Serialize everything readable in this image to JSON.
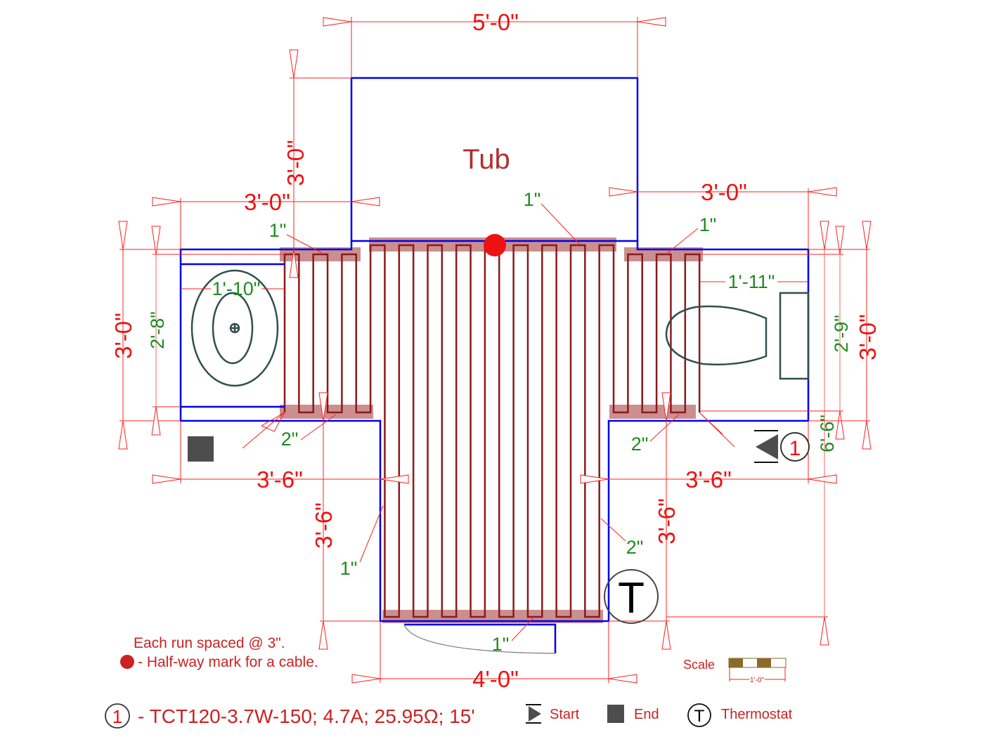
{
  "room": {
    "tub_label": "Tub"
  },
  "dimensions": {
    "top_width": "5'-0\"",
    "tub_depth": "3'-0\"",
    "left_wing_width": "3'-0\"",
    "right_wing_width": "3'-0\"",
    "left_wing_depth": "3'-0\"",
    "left_inner_depth": "2'-8\"",
    "sink_offset": "1'-10\"",
    "toilet_offset": "1'-11\"",
    "right_inner_depth": "2'-9\"",
    "right_wing_depth": "3'-0\"",
    "total_right_depth": "6'-6\"",
    "left_lower_width": "3'-6\"",
    "right_lower_width": "3'-6\"",
    "left_lower_depth": "3'-6\"",
    "right_lower_depth": "3'-6\"",
    "bottom_width": "4'-0\""
  },
  "clearances": {
    "tub_edge": "1\"",
    "left_top": "1\"",
    "right_top": "1\"",
    "left_bottom": "2\"",
    "right_bottom": "2\"",
    "left_lower_side": "1\"",
    "right_lower_side": "2\"",
    "door_edge": "1\""
  },
  "symbols": {
    "cable_number": "1",
    "thermostat": "T"
  },
  "notes": {
    "spacing": "Each run spaced @ 3\".",
    "halfway": "- Half-way mark for a cable."
  },
  "scale": {
    "label": "Scale",
    "unit": "1'-0\""
  },
  "legend": {
    "cable_number": "1",
    "cable_spec": "- TCT120-3.7W-150; 4.7A; 25.95Ω; 15'",
    "start": "Start",
    "end": "End",
    "thermostat_symbol": "T",
    "thermostat": "Thermostat"
  },
  "colors": {
    "wall": "#0000ee",
    "dimension": "#ff2020",
    "clearance_text": "#1f8a1f",
    "cable": "#8b1a1a",
    "mat": "#b96a6a",
    "halfway_mark": "#ee1111"
  }
}
